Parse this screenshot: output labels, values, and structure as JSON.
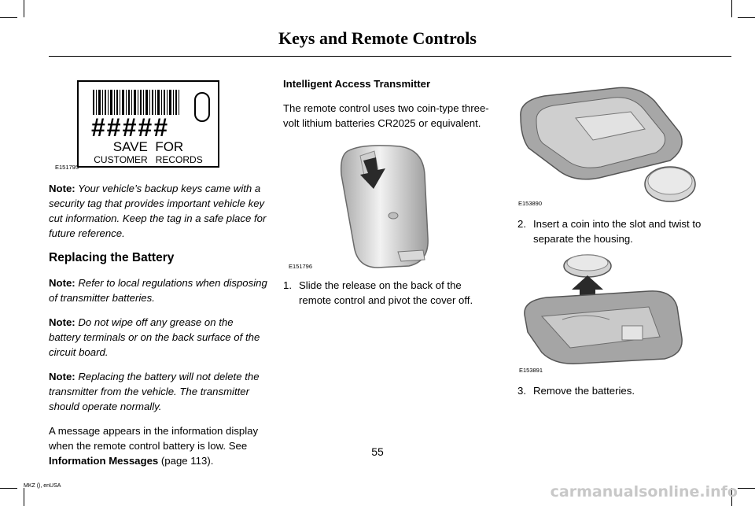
{
  "header": {
    "title": "Keys and Remote Controls"
  },
  "tag": {
    "hashes": "#####",
    "save": "SAVE  FOR",
    "records": "CUSTOMER   RECORDS",
    "code": "E151795"
  },
  "left": {
    "note1_label": "Note:",
    "note1_text": " Your vehicle’s backup keys came with a security tag that provides important vehicle key cut information. Keep the tag in a safe place for future reference.",
    "heading": "Replacing the Battery",
    "note2_label": "Note:",
    "note2_text": " Refer to local regulations when disposing of transmitter batteries.",
    "note3_label": "Note:",
    "note3_text": " Do not wipe off any grease on the battery terminals or on the back surface of the circuit board.",
    "note4_label": "Note:",
    "note4_text": " Replacing the battery will not delete the transmitter from the vehicle. The transmitter should operate normally.",
    "para_text": "A message appears in the information display when the remote control battery is low.  See ",
    "para_link": "Information Messages",
    "para_tail": " (page 113)."
  },
  "middle": {
    "heading": "Intelligent Access Transmitter",
    "para": "The remote control uses two coin-type three-volt lithium batteries CR2025 or equivalent.",
    "fig_code": "E151796",
    "step1_num": "1.",
    "step1_text": "Slide the release on the back of the remote control and pivot the cover off."
  },
  "right": {
    "fig1_code": "E153890",
    "step2_num": "2.",
    "step2_text": "Insert a coin into the slot and twist to separate the housing.",
    "fig2_code": "E153891",
    "step3_num": "3.",
    "step3_text": "Remove the batteries."
  },
  "footer": {
    "page": "55",
    "code": "MKZ (), enUSA",
    "watermark": "carmanualsonline.info"
  }
}
